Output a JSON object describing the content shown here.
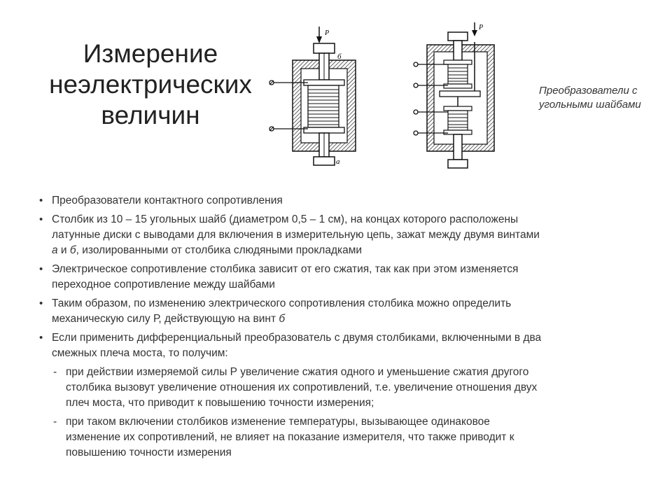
{
  "title": {
    "lines": [
      "Измерение",
      "неэлектрических",
      "величин"
    ]
  },
  "caption": {
    "lines": [
      "Преобразователи с",
      "угольными шайбами"
    ]
  },
  "figure_labels": {
    "force": "P",
    "screw_b": "б",
    "screw_a": "а"
  },
  "bullets": [
    {
      "lines": [
        "Преобразователи контактного сопротивления"
      ]
    },
    {
      "lines": [
        "Столбик из 10 – 15 угольных шайб (диаметром 0,5 – 1 см), на концах которого расположены",
        "латунные диски с выводами для включения в измерительную цепь, зажат между двумя винтами"
      ],
      "line3_a": "а",
      "line3_mid": " и ",
      "line3_b": "б",
      "line3_rest": ", изолированными от столбика слюдяными прокладками"
    },
    {
      "lines": [
        "Электрическое сопротивление столбика зависит от его сжатия, так как при этом изменяется",
        "переходное сопротивление между шайбами"
      ]
    },
    {
      "lines": [
        "Таким образом, по изменению электрического сопротивления столбика можно определить"
      ],
      "line2_text": "механическую силу Р, действующую на винт ",
      "line2_em": "б"
    },
    {
      "lines": [
        "Если применить дифференциальный преобразователь с двумя столбиками, включенными в два",
        "смежных плеча моста, то получим:"
      ]
    }
  ],
  "sub_bullets": [
    {
      "lines": [
        "при действии измеряемой силы Р увеличение сжатия одного и уменьшение сжатия другого",
        "столбика вызовут увеличение отношения их сопротивлений, т.е. увеличение отношения двух",
        "плеч моста, что приводит к повышению точности измерения;"
      ]
    },
    {
      "lines": [
        "при таком включении столбиков изменение температуры, вызывающее одинаковое",
        "изменение их сопротивлений, не влияет на показание измерителя, что также приводит к",
        "повышению точности измерения"
      ]
    }
  ]
}
